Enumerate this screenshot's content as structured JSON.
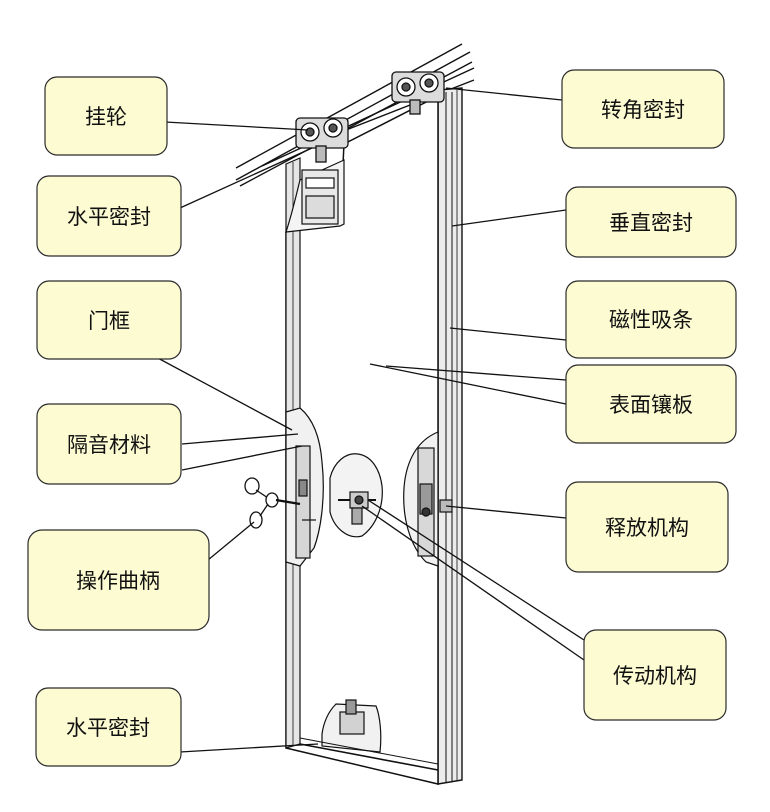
{
  "colors": {
    "callout_fill": "#fdfbd2",
    "callout_stroke": "#2b2b2b",
    "line": "#111111",
    "panel_fill": "#ffffff",
    "frame_fill": "#e9e9e9"
  },
  "callouts": [
    {
      "id": "hanger-wheel",
      "label": "挂轮"
    },
    {
      "id": "horizontal-seal-top",
      "label": "水平密封"
    },
    {
      "id": "door-frame",
      "label": "门框"
    },
    {
      "id": "soundproof-material",
      "label": "隔音材料"
    },
    {
      "id": "operating-crank",
      "label": "操作曲柄"
    },
    {
      "id": "horizontal-seal-bottom",
      "label": "水平密封"
    },
    {
      "id": "corner-seal",
      "label": "转角密封"
    },
    {
      "id": "vertical-seal",
      "label": "垂直密封"
    },
    {
      "id": "magnetic-strip",
      "label": "磁性吸条"
    },
    {
      "id": "surface-panel",
      "label": "表面镶板"
    },
    {
      "id": "release-mechanism",
      "label": "释放机构"
    },
    {
      "id": "transmission-mechanism",
      "label": "传动机构"
    }
  ]
}
